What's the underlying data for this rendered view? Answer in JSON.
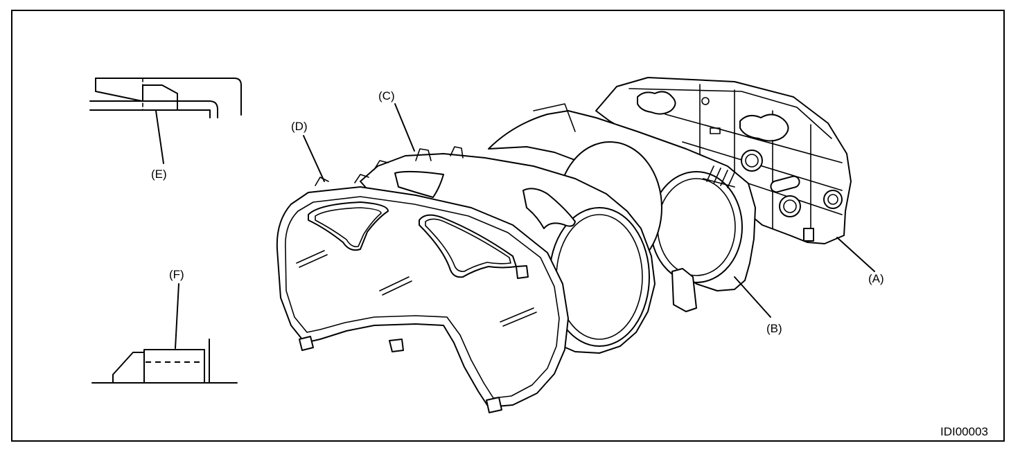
{
  "figure": {
    "code": "IDI00003",
    "labels": {
      "a": "(A)",
      "b": "(B)",
      "c": "(C)",
      "d": "(D)",
      "e": "(E)",
      "f": "(F)"
    }
  }
}
